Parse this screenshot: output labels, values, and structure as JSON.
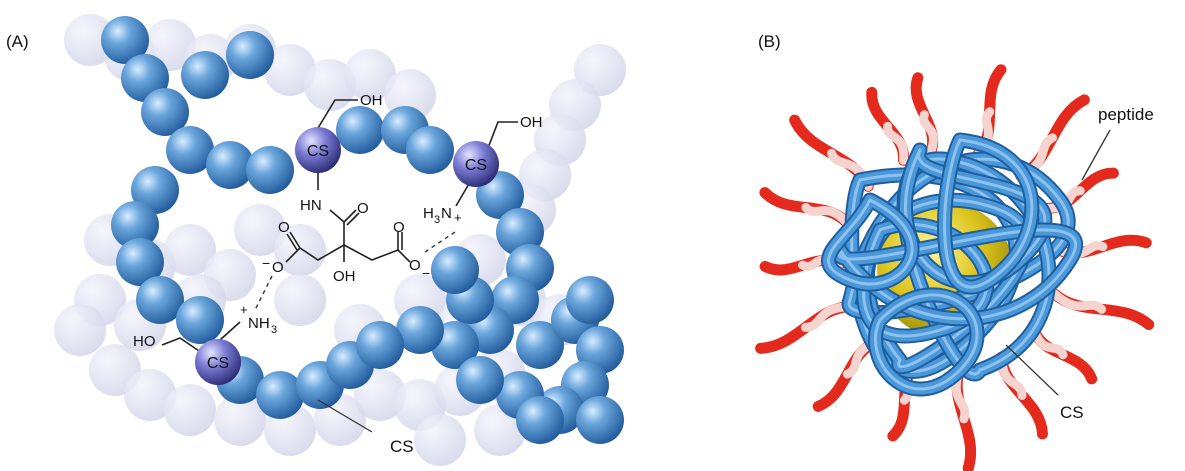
{
  "panel_a": {
    "label": "(A)",
    "cs_nodes": [
      "CS",
      "CS",
      "CS"
    ],
    "chem": {
      "oh_top_left": "OH",
      "oh_top_right": "OH",
      "oh_left": "HO",
      "oh_center": "OH",
      "nh": "HN",
      "o_carbonyl_top": "O",
      "o_carbonyl_left": "O",
      "o_carbonyl_right": "O",
      "o_minus_left": "O",
      "o_minus_right": "O",
      "minus_sign": "−",
      "plus_sign": "+",
      "h3n_plus": "H",
      "h3n_sub": "3",
      "h3n_n": "N",
      "nh3_n": "NH",
      "nh3_sub": "3"
    },
    "cs_pointer": "CS"
  },
  "panel_b": {
    "label": "(B)",
    "peptide_pointer": "peptide",
    "cs_pointer": "CS"
  },
  "colors": {
    "bead_blue": "#3f82c6",
    "bead_faded": "#d9dcef",
    "cs_node": "#4a4aa8",
    "tube_blue": "#4a98da",
    "core_yellow": "#d8c11a",
    "peptide_red": "#e32a1d"
  }
}
